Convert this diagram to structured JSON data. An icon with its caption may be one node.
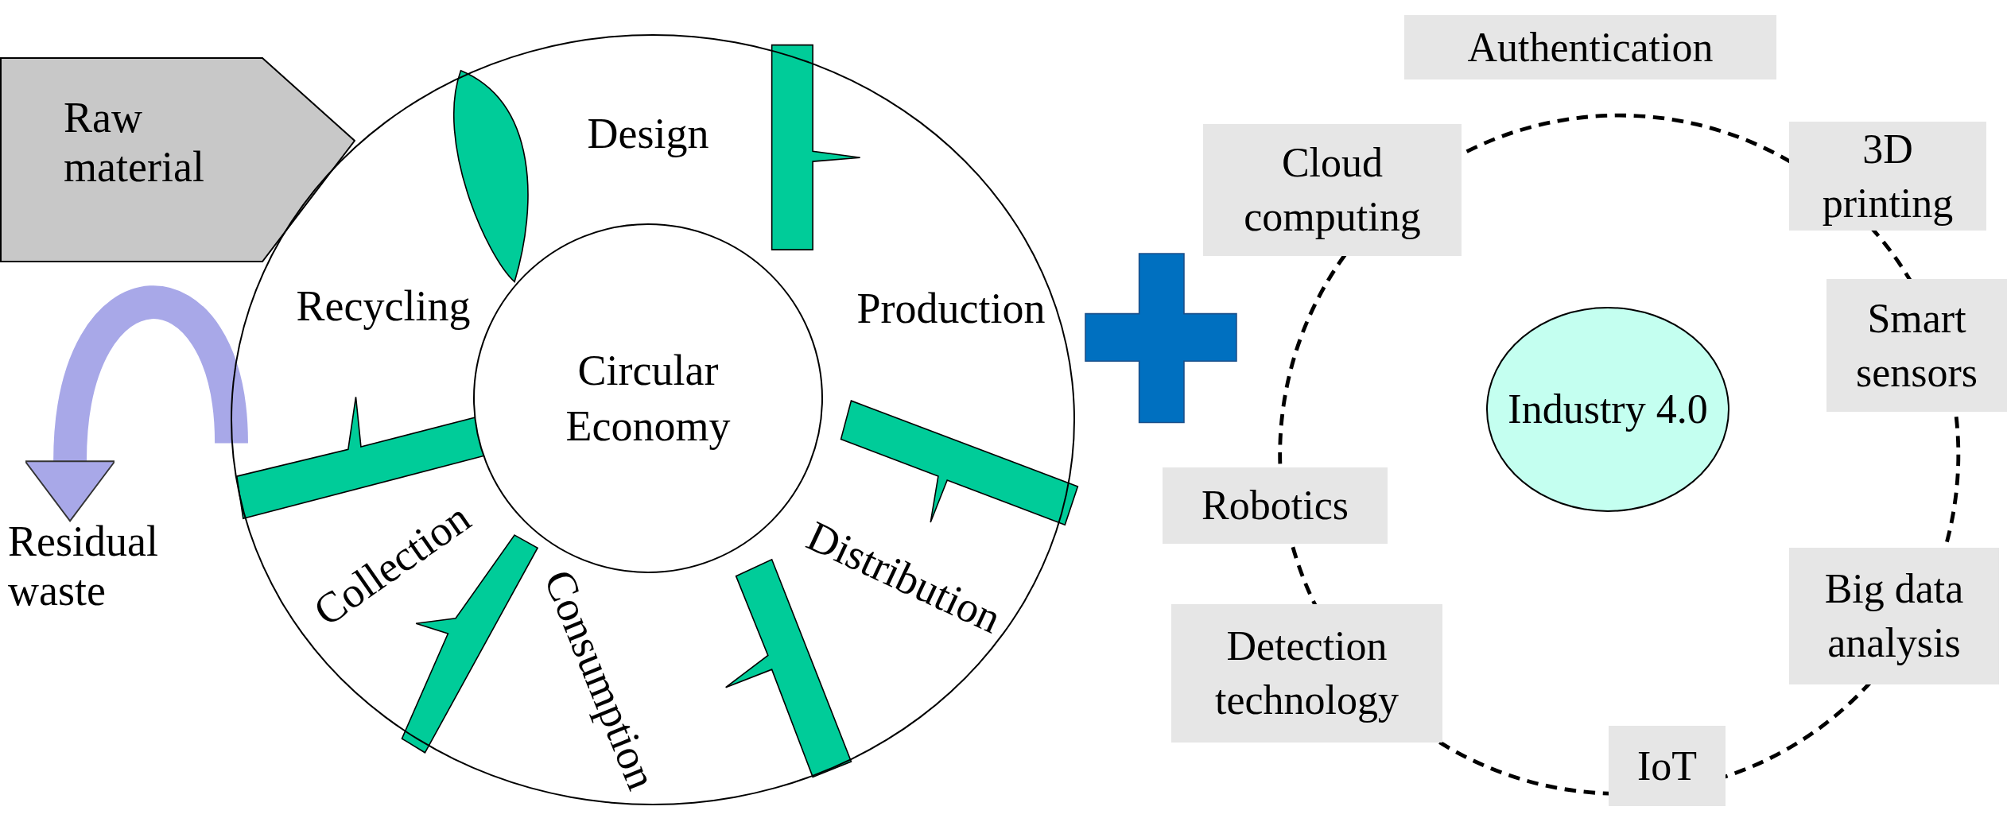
{
  "diagram": {
    "nodes": [
      {
        "text": [
          "Raw material"
        ]
      },
      {
        "text": [
          "Design",
          "Production",
          "Distribution",
          "Consumption",
          "Collection",
          "Recycling"
        ]
      },
      {
        "text": [
          "Circular Economy"
        ],
        "in": 1
      },
      {
        "text": [
          "Residual waste"
        ]
      },
      {
        "text": [
          "Industry 4.0"
        ]
      },
      {
        "text": [
          "Authentication"
        ]
      },
      {
        "text": [
          "Cloud computing"
        ]
      },
      {
        "text": [
          "3D printing"
        ]
      },
      {
        "text": [
          "Smart sensors"
        ]
      },
      {
        "text": [
          "Robotics"
        ]
      },
      {
        "text": [
          "Big data analysis"
        ]
      },
      {
        "text": [
          "Detection technology"
        ]
      },
      {
        "text": [
          "IoT"
        ]
      }
    ],
    "edges": [
      {
        "from": 1,
        "to": 3,
        "arrow": "to"
      }
    ]
  }
}
